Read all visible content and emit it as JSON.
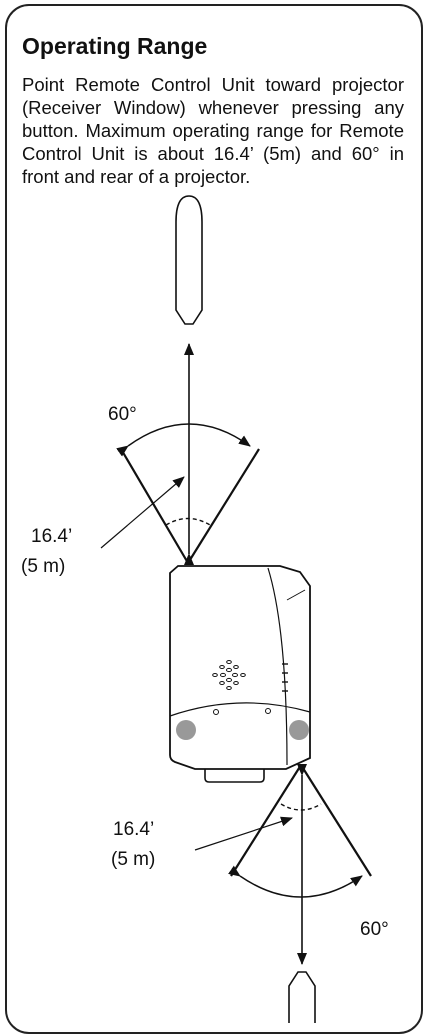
{
  "section": {
    "title": "Operating Range",
    "description": "Point Remote Control Unit toward projector (Receiver Window) whenever pressing any button. Maximum operating range for Remote Control Unit is about 16.4’ (5m) and 60° in front and rear of a projector."
  },
  "diagram": {
    "front": {
      "angle_label": "60°",
      "distance_label": "16.4’",
      "distance_metric": "(5 m)"
    },
    "rear": {
      "angle_label": "60°",
      "distance_label": "16.4’",
      "distance_metric": "(5 m)"
    }
  }
}
